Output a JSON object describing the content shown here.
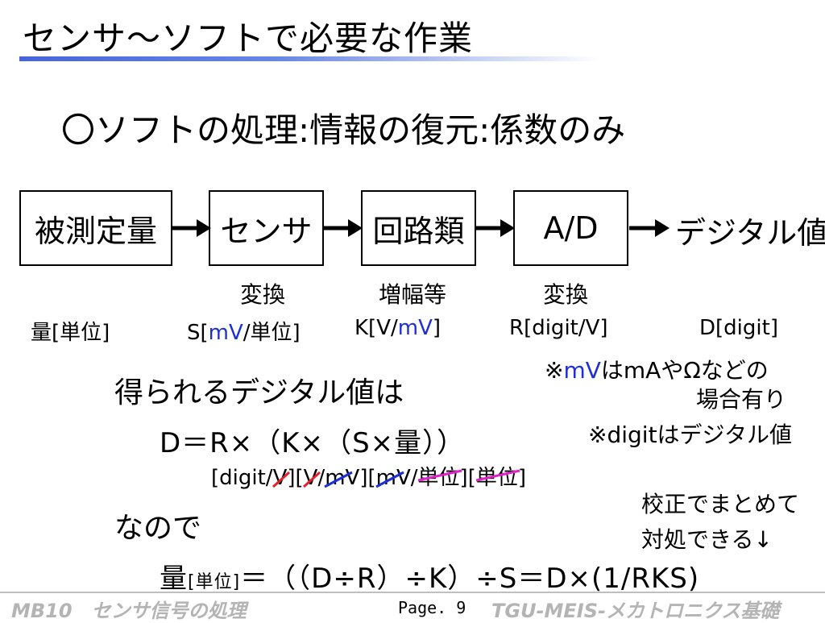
{
  "slide": {
    "title": "センサ～ソフトで必要な作業",
    "subtitle": "〇ソフトの処理:情報の復元:係数のみ"
  },
  "flow": {
    "boxes": [
      "被測定量",
      "センサ",
      "回路類",
      "A/D"
    ],
    "output": "デジタル値",
    "sublabels": [
      "変換",
      "増幅等",
      "変換"
    ],
    "units": {
      "quantity": "量[単位]",
      "s_prefix": "S[",
      "s_blue": "mV",
      "s_suffix": "/単位]",
      "k_prefix": "K[V/",
      "k_blue": "mV",
      "k_suffix": "]",
      "r": "R[digit/V]",
      "d": "D[digit]"
    }
  },
  "notes": {
    "mv_prefix": "※",
    "mv_blue": "mV",
    "mv_suffix": "はmAやΩなどの",
    "mv_line2": "場合有り",
    "digit": "※digitはデジタル値"
  },
  "equations": {
    "heading": "得られるデジタル値は",
    "eq1": "D＝R×（K×（S×量））",
    "cancel": {
      "p1": "[digit/",
      "v1": "V",
      "p2": "][",
      "v2": "V",
      "p3": "/",
      "mv1": "mV",
      "p4": "][",
      "mv2": "mV",
      "p5": "/",
      "u1": "単位",
      "p6": "][",
      "u2": "単位",
      "p7": "]"
    },
    "therefore": "なので",
    "eq2_lhs": "量",
    "eq2_unit": "[単位]",
    "eq2_rhs": "＝（（D÷R）÷K）÷S＝D×(1/RKS)",
    "calibration_note": "校正でまとめて対処できる↓"
  },
  "footer": {
    "left": "MB10　センサ信号の処理",
    "page": "Page. 9",
    "right": "TGU-MEIS-メカトロニクス基礎"
  },
  "colors": {
    "accent_blue": "#1f2fd6",
    "strike_red": "#e8202a",
    "strike_blue": "#1f2fd6",
    "strike_magenta": "#e020c8",
    "title_bar": "#4a63d8",
    "footer_gray": "#b4b4b4"
  }
}
